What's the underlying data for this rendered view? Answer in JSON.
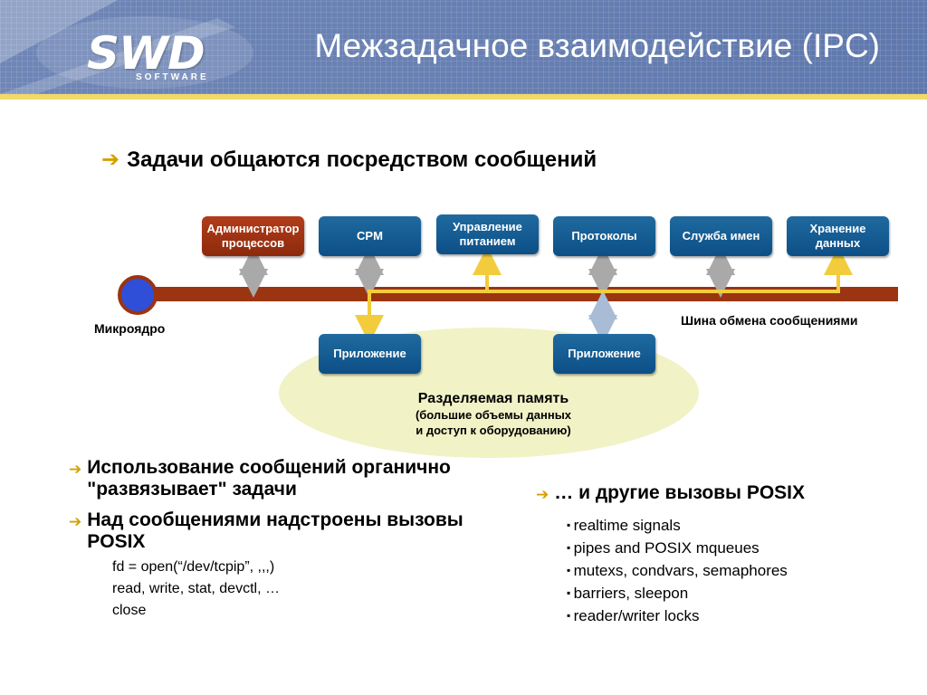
{
  "header": {
    "logo_text": "SWD",
    "logo_sub": "SOFTWARE",
    "title": "Межзадачное взаимодействие (IPC)"
  },
  "headline": "Задачи общаются посредством сообщений",
  "diagram": {
    "top_boxes": [
      {
        "label": "Администратор\nпроцессов",
        "color": "#9e3412"
      },
      {
        "label": "CPM",
        "color": "#0f5a92"
      },
      {
        "label": "Управление\nпитанием",
        "color": "#0f5a92"
      },
      {
        "label": "Протоколы",
        "color": "#0f5a92"
      },
      {
        "label": "Служба имен",
        "color": "#0f5a92"
      },
      {
        "label": "Хранение\nданных",
        "color": "#0f5a92"
      }
    ],
    "bottom_boxes": [
      {
        "label": "Приложение"
      },
      {
        "label": "Приложение"
      }
    ],
    "microkernel_label": "Микроядро",
    "bus_label": "Шина обмена сообщениями",
    "shared_memory_title": "Разделяемая память",
    "shared_memory_note": "(большие объемы данных\nи доступ к оборудованию)",
    "colors": {
      "bus": "#9b3410",
      "kernel": "#2f4fd8",
      "ellipse": "#f1f2c6",
      "highlight": "#f2cc3c"
    }
  },
  "bullets_left": [
    {
      "text": "Использование сообщений органично \"развязывает\" задачи"
    },
    {
      "text": "Над сообщениями надстроены вызовы POSIX"
    }
  ],
  "code_lines": [
    "fd = open(“/dev/tcpip”, ,,,)",
    "read, write, stat, devctl, …",
    "close"
  ],
  "bullet_right": "… и другие вызовы POSIX",
  "posix_items": [
    "realtime signals",
    "pipes and POSIX mqueues",
    "mutexs, condvars, semaphores",
    "barriers, sleepon",
    "reader/writer locks"
  ]
}
